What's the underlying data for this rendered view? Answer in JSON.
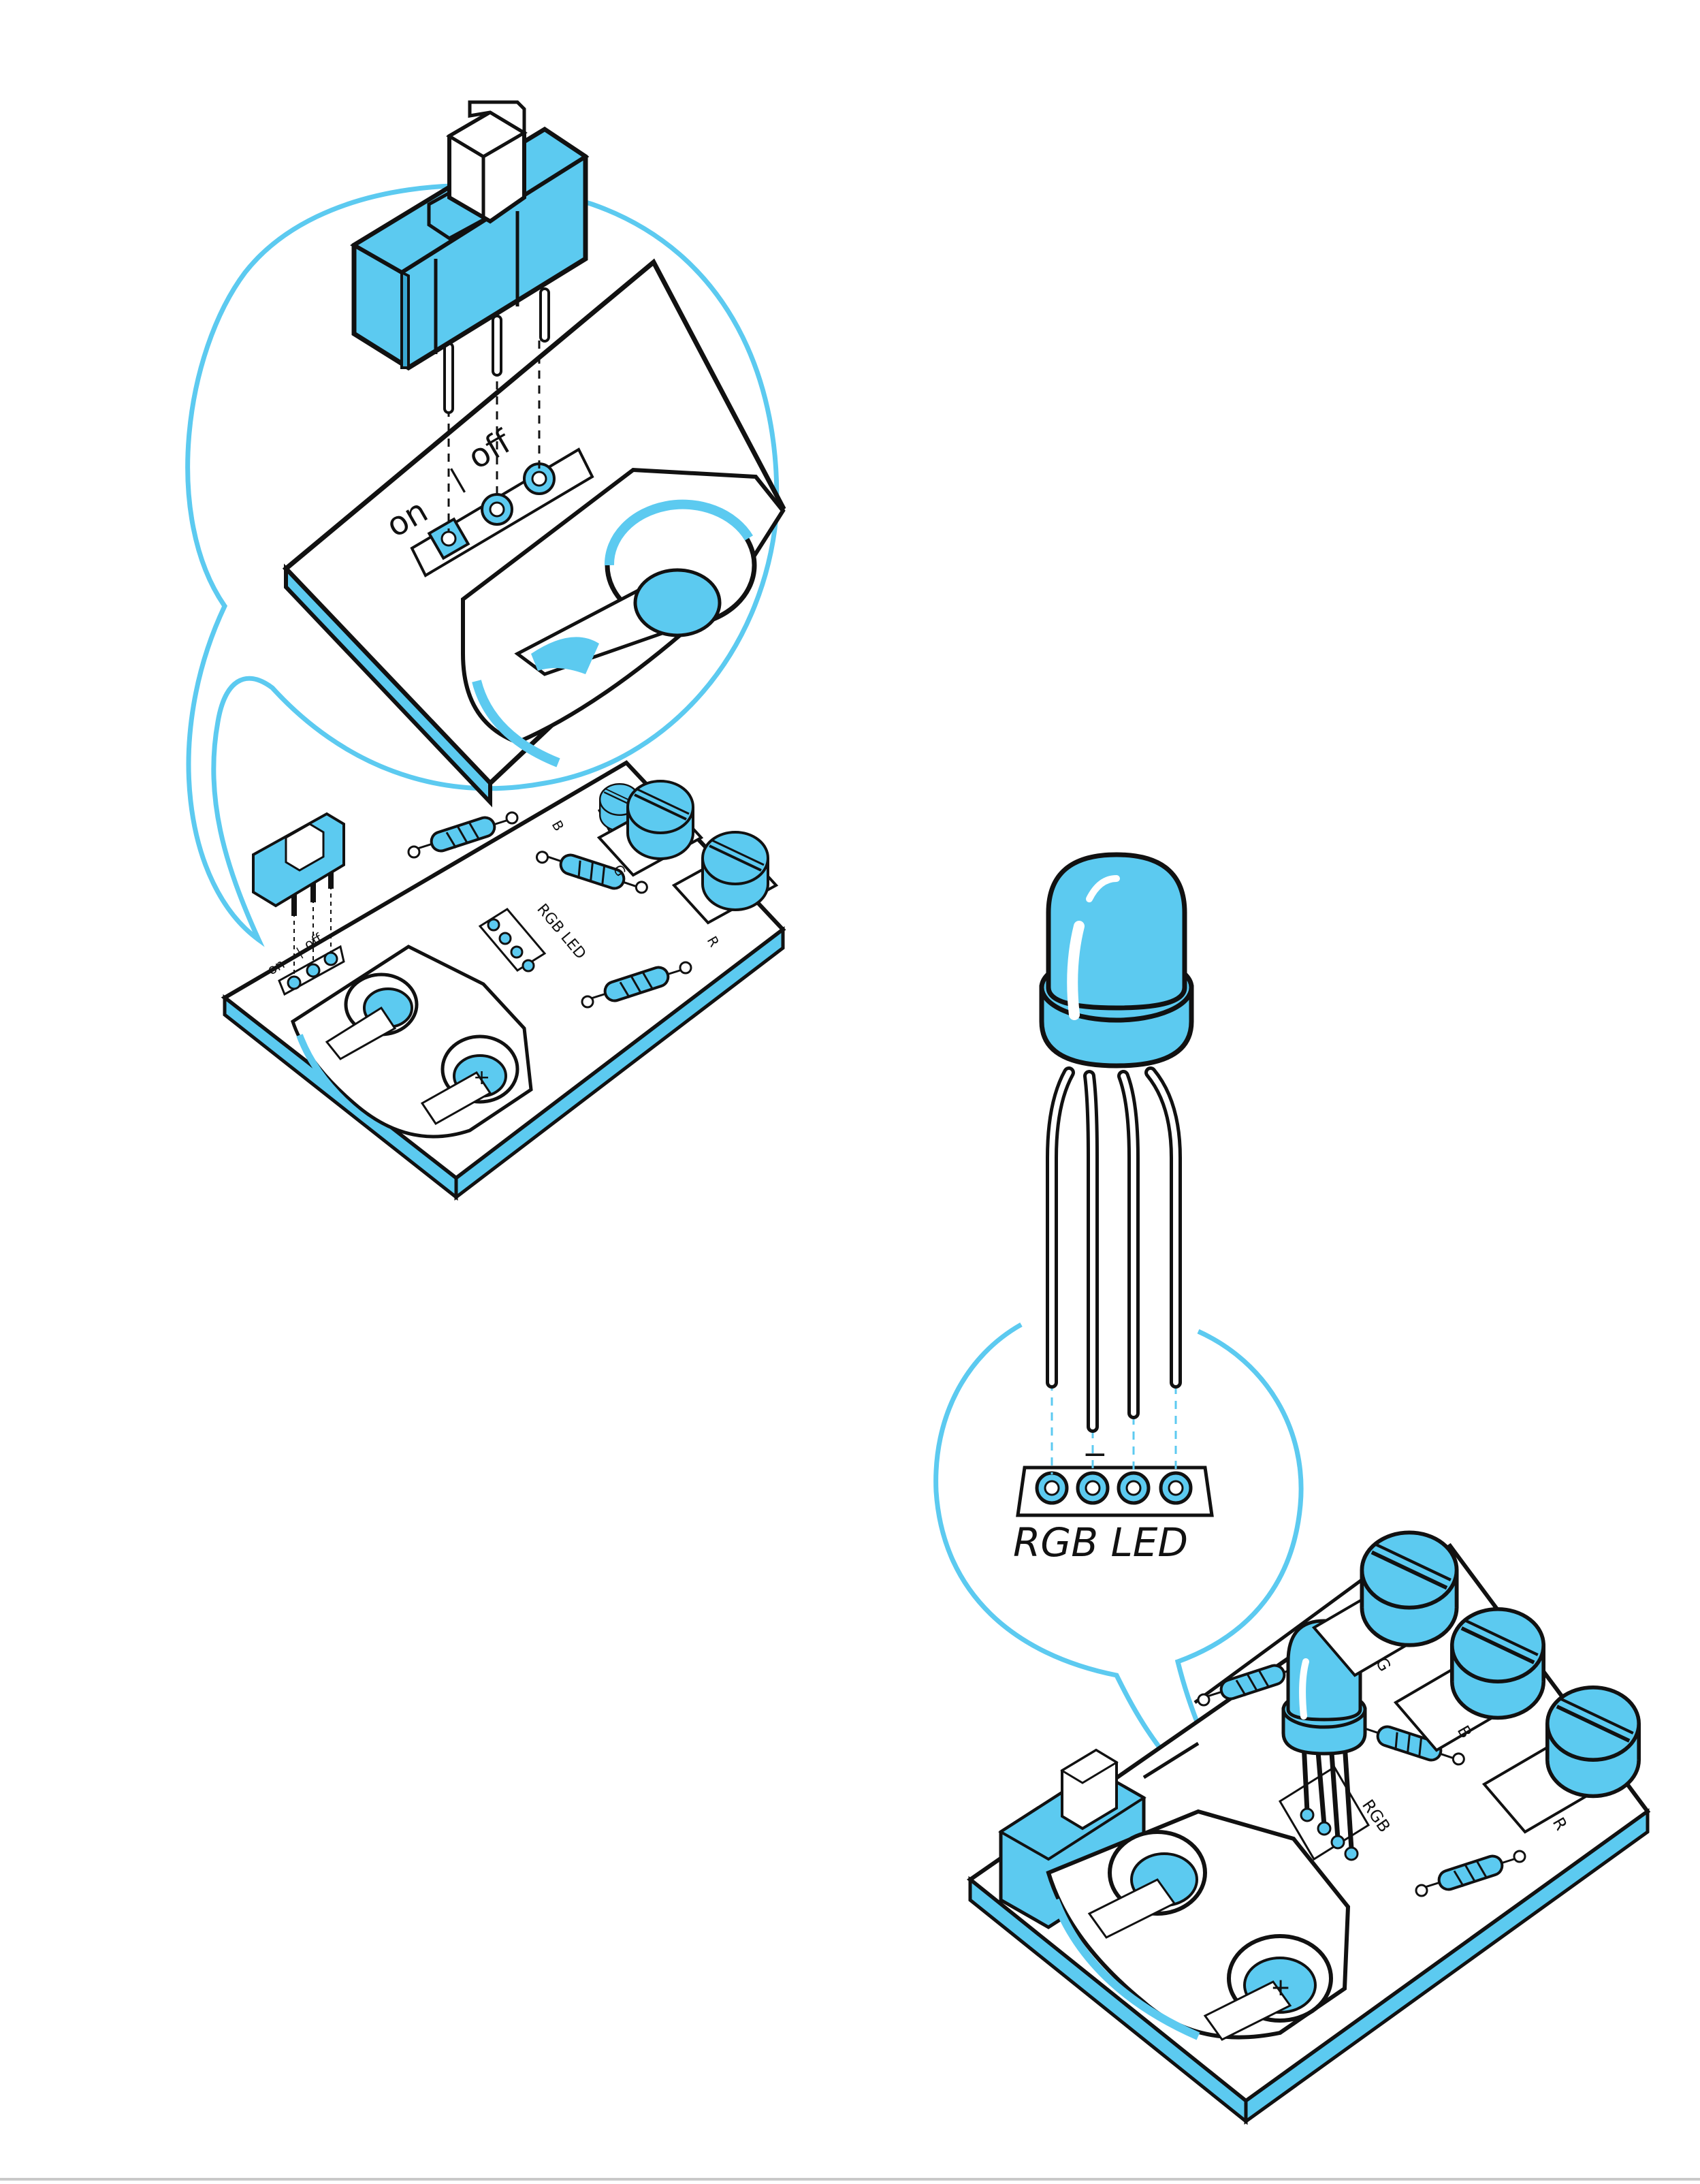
{
  "colors": {
    "accent": "#5ccaf0",
    "outline": "#111111",
    "board": "#ffffff",
    "background": "#ffffff"
  },
  "switch_zoom": {
    "label_on": "on",
    "label_sep": "|",
    "label_off": "off"
  },
  "board_left": {
    "switch_on": "on",
    "switch_sep": "|",
    "switch_off": "off",
    "rgb_label": "RGB LED",
    "pot_label_b": "B",
    "pot_label_g": "G",
    "pot_label_r": "R"
  },
  "led_zoom": {
    "minus_mark": "−",
    "rgb_label": "RGB LED"
  },
  "board_right": {
    "rgb_label": "RGB",
    "pot_label_g": "G",
    "pot_label_r": "R",
    "pot_label_b": "B",
    "battery_mark": "+"
  }
}
